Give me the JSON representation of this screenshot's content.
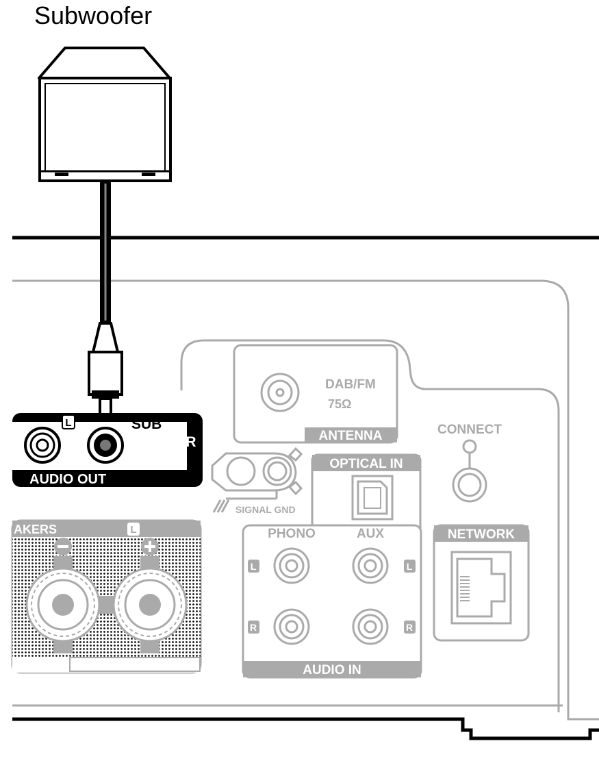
{
  "title": "Subwoofer",
  "labels": {
    "left": "L",
    "right": "R",
    "sub_line1": "SUB",
    "sub_line2": "WOOFER",
    "audio_out": "AUDIO OUT",
    "dab_fm": "DAB/FM",
    "ohm": "75Ω",
    "antenna": "ANTENNA",
    "connect": "CONNECT",
    "optical_in": "OPTICAL IN",
    "signal_gnd": "SIGNAL GND",
    "speakers_partial": "AKERS",
    "phono": "PHONO",
    "aux": "AUX",
    "network": "NETWORK",
    "audio_in": "AUDIO IN"
  }
}
